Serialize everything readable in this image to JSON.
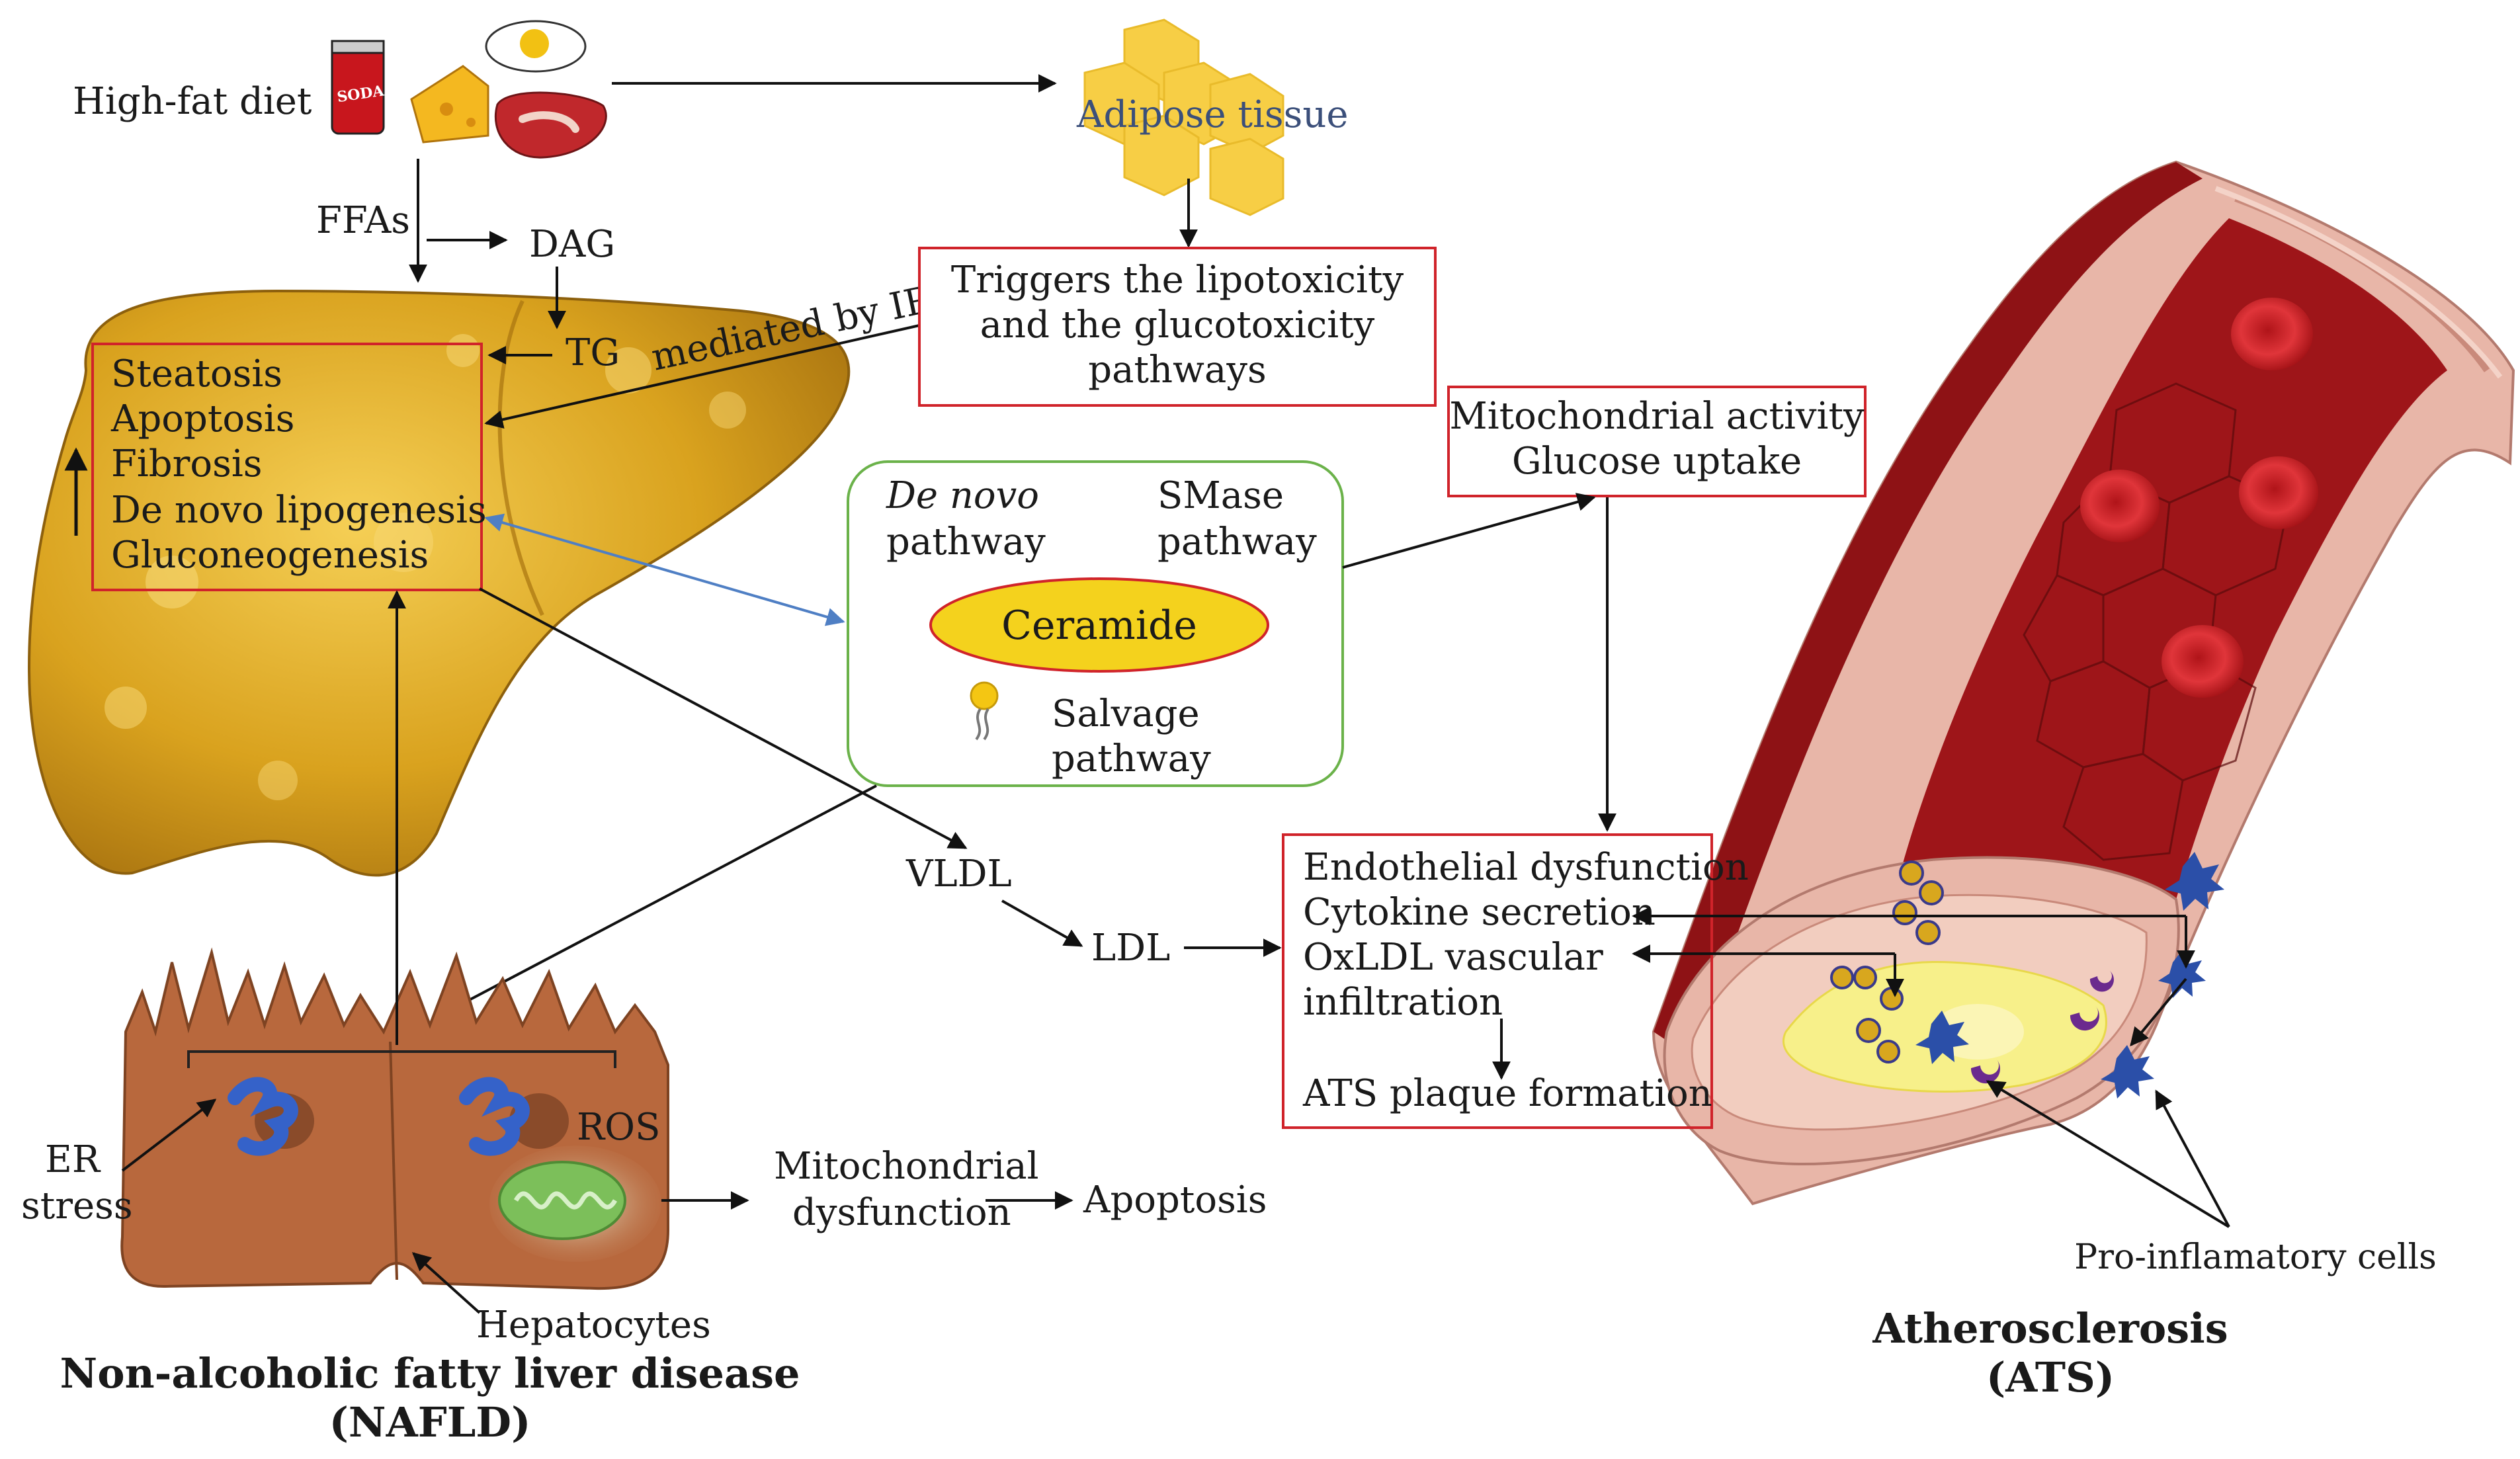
{
  "colors": {
    "liver": "#d9a21e",
    "box_red": "#d0232a",
    "box_green": "#6bb24a",
    "ceramide_fill": "#f4d21d",
    "artery_dark": "#8e1215",
    "artery_wall": "#e8b6a8",
    "cell_brown": "#b8683d",
    "blue_arrow": "#4f7fc4"
  },
  "diet": {
    "label": "High-fat diet",
    "soda_label": "SODA",
    "icons": [
      "soda-can-icon",
      "cheese-icon",
      "fried-egg-icon",
      "steak-icon"
    ]
  },
  "labels": {
    "adipose": "Adipose tissue",
    "ffas": "FFAs",
    "dag": "DAG",
    "tg": "TG",
    "mediated": "mediated by IR",
    "vldl": "VLDL",
    "ldl": "LDL",
    "er_stress": [
      "ER",
      "stress"
    ],
    "ros": "ROS",
    "mito_dysfunction": [
      "Mitochondrial",
      "dysfunction"
    ],
    "apoptosis": "Apoptosis",
    "hepatocytes": "Hepatocytes",
    "pro_inflammatory": "Pro-inflamatory cells"
  },
  "boxes": {
    "liver_effects": [
      "Steatosis",
      "Apoptosis",
      "Fibrosis",
      "De novo lipogenesis",
      "Gluconeogenesis"
    ],
    "lipotoxicity": [
      "Triggers the lipotoxicity",
      "and the glucotoxicity",
      "pathways"
    ],
    "mitochondrial": [
      "Mitochondrial activity",
      "Glucose uptake"
    ],
    "ceramide": {
      "de_novo": [
        "De novo",
        "pathway"
      ],
      "smase": [
        "SMase",
        "pathway"
      ],
      "center": "Ceramide",
      "salvage": [
        "Salvage",
        "pathway"
      ]
    },
    "ats_effects": [
      "Endothelial dysfunction",
      "Cytokine secretion",
      "OxLDL vascular",
      "infiltration"
    ],
    "ats_plaque": "ATS plaque formation"
  },
  "titles": {
    "nafld": [
      "Non-alcoholic fatty liver disease",
      "(NAFLD)"
    ],
    "ats": [
      "Atherosclerosis",
      "(ATS)"
    ]
  }
}
